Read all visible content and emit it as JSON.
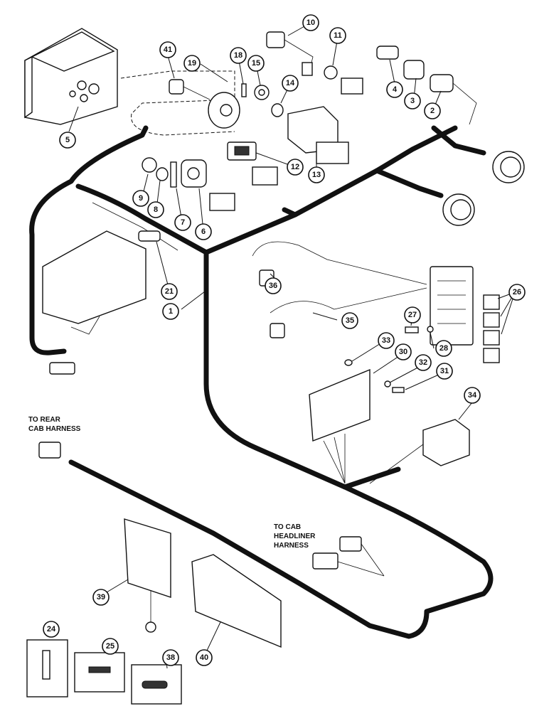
{
  "annotations": {
    "to_rear_line1": "TO REAR",
    "to_rear_line2": "CAB HARNESS",
    "to_cab_line1": "TO CAB",
    "to_cab_line2": "HEADLINER",
    "to_cab_line3": "HARNESS"
  },
  "callouts": {
    "c1": "1",
    "c2": "2",
    "c3": "3",
    "c4": "4",
    "c5": "5",
    "c6": "6",
    "c7": "7",
    "c8": "8",
    "c9": "9",
    "c10": "10",
    "c11": "11",
    "c12": "12",
    "c13": "13",
    "c14": "14",
    "c15": "15",
    "c18": "18",
    "c19": "19",
    "c21": "21",
    "c24": "24",
    "c25": "25",
    "c26": "26",
    "c27": "27",
    "c28": "28",
    "c30": "30",
    "c31": "31",
    "c32": "32",
    "c33": "33",
    "c34": "34",
    "c35": "35",
    "c36": "36",
    "c38": "38",
    "c39": "39",
    "c40": "40",
    "c41": "41"
  }
}
